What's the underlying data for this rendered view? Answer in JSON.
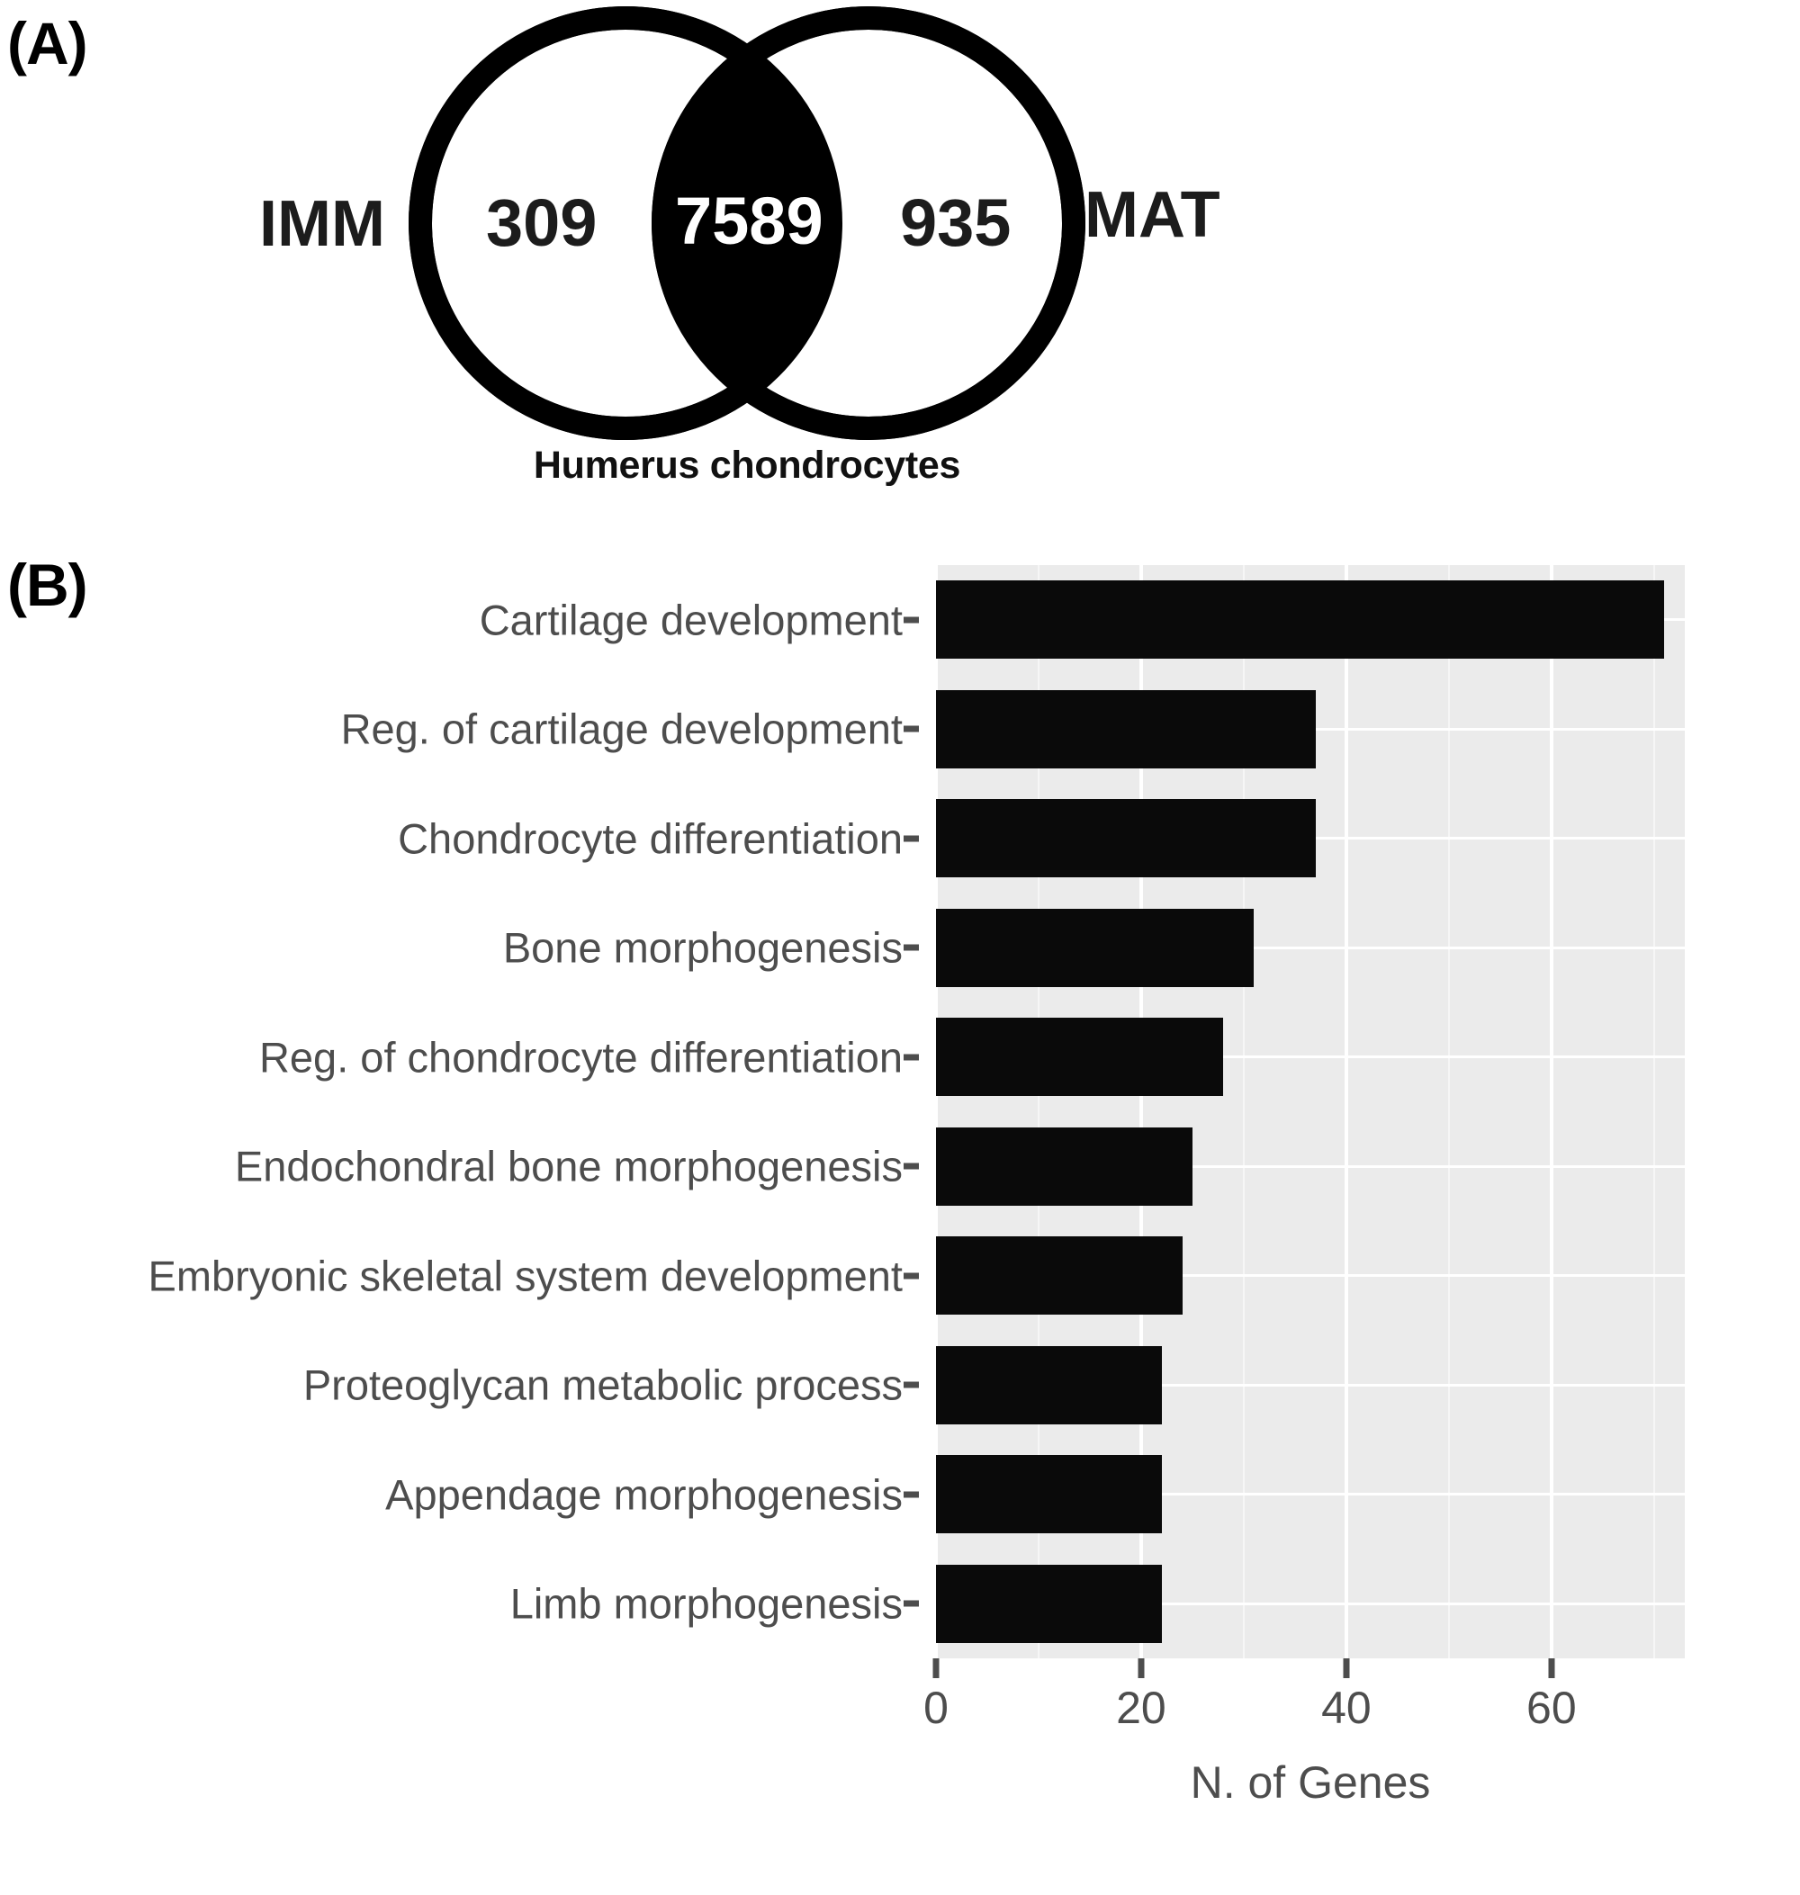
{
  "figure": {
    "panel_a_letter": "(A)",
    "panel_b_letter": "(B)"
  },
  "venn": {
    "left_set_label": "IMM",
    "right_set_label": "MAT",
    "left_only_count": "309",
    "intersection_count": "7589",
    "right_only_count": "935",
    "caption": "Humerus chondrocytes",
    "colors": {
      "outline": "#000000",
      "intersection_fill": "#000000",
      "intersection_text": "#ffffff",
      "outside_text": "#1c1c1c"
    }
  },
  "chart_data": {
    "type": "bar",
    "orientation": "horizontal",
    "title": "",
    "xlabel": "N. of Genes",
    "ylabel": "",
    "xlim": [
      0,
      73
    ],
    "xticks": [
      0,
      20,
      40,
      60
    ],
    "xtick_labels": [
      "0",
      "20",
      "40",
      "60"
    ],
    "grid": true,
    "grid_major_x": [
      0,
      20,
      40,
      60
    ],
    "grid_minor_x": [
      10,
      30,
      50,
      70
    ],
    "legend": "none",
    "panel_background": "#ebebeb",
    "bar_color": "#0a0a0a",
    "axis_text_color": "#4d4d4d",
    "categories": [
      "Cartilage development",
      "Reg. of cartilage development",
      "Chondrocyte differentiation",
      "Bone morphogenesis",
      "Reg. of chondrocyte differentiation",
      "Endochondral bone morphogenesis",
      "Embryonic skeletal system development",
      "Proteoglycan metabolic process",
      "Appendage morphogenesis",
      "Limb morphogenesis"
    ],
    "values": [
      71,
      37,
      37,
      31,
      28,
      25,
      24,
      22,
      22,
      22
    ]
  }
}
